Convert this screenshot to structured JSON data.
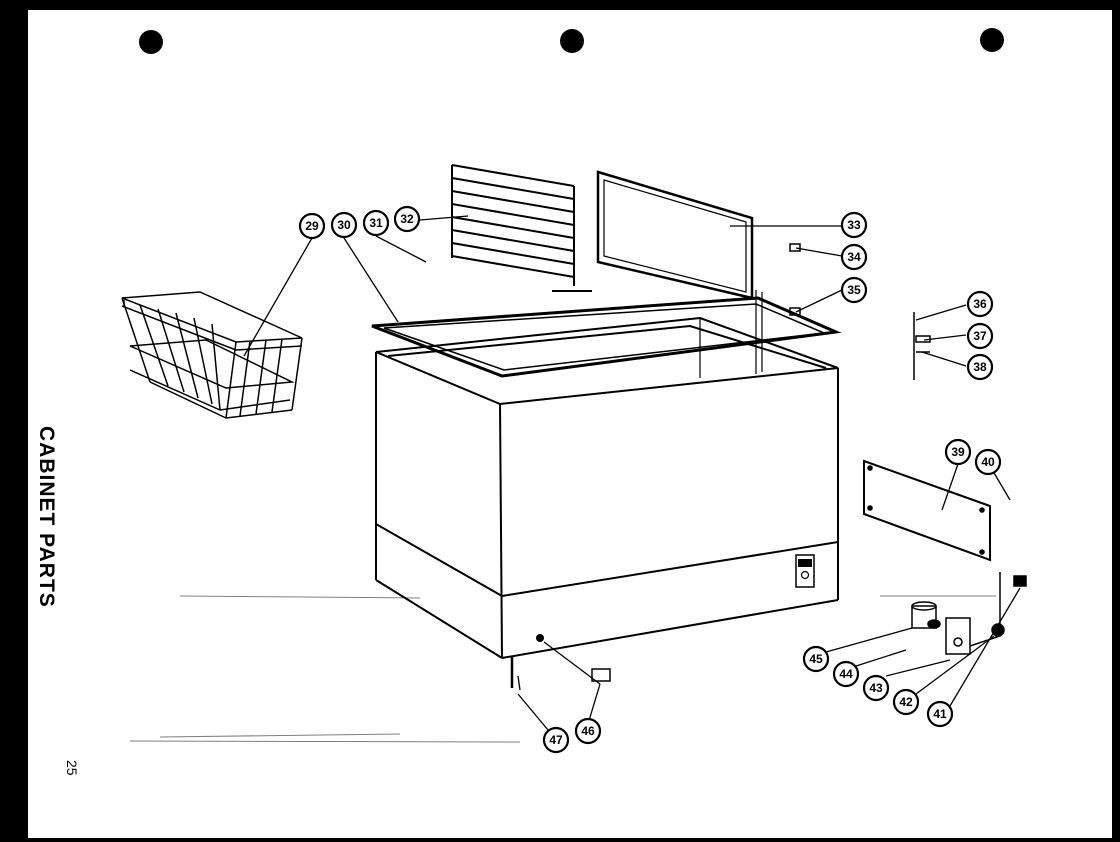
{
  "page": {
    "title": "CABINET PARTS",
    "page_number": "25"
  },
  "callouts": [
    {
      "id": "c29",
      "label": "29"
    },
    {
      "id": "c30",
      "label": "30"
    },
    {
      "id": "c31",
      "label": "31"
    },
    {
      "id": "c32",
      "label": "32"
    },
    {
      "id": "c33",
      "label": "33"
    },
    {
      "id": "c34",
      "label": "34"
    },
    {
      "id": "c35",
      "label": "35"
    },
    {
      "id": "c36",
      "label": "36"
    },
    {
      "id": "c37",
      "label": "37"
    },
    {
      "id": "c38",
      "label": "38"
    },
    {
      "id": "c39",
      "label": "39"
    },
    {
      "id": "c40",
      "label": "40"
    },
    {
      "id": "c41",
      "label": "41"
    },
    {
      "id": "c42",
      "label": "42"
    },
    {
      "id": "c43",
      "label": "43"
    },
    {
      "id": "c44",
      "label": "44"
    },
    {
      "id": "c45",
      "label": "45"
    },
    {
      "id": "c46",
      "label": "46"
    },
    {
      "id": "c47",
      "label": "47"
    }
  ]
}
